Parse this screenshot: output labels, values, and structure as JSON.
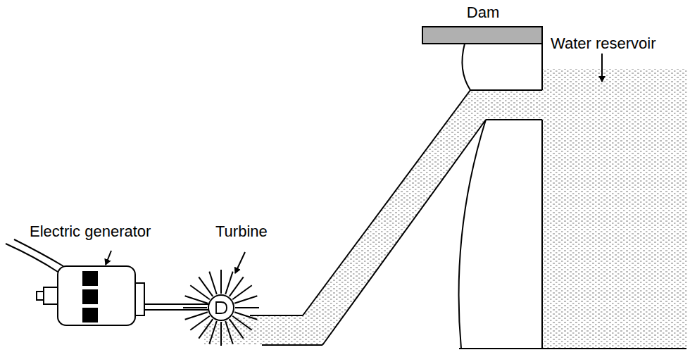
{
  "diagram": {
    "labels": [
      "Dam",
      "Water reservoir",
      "Electric generator",
      "Turbine"
    ]
  }
}
